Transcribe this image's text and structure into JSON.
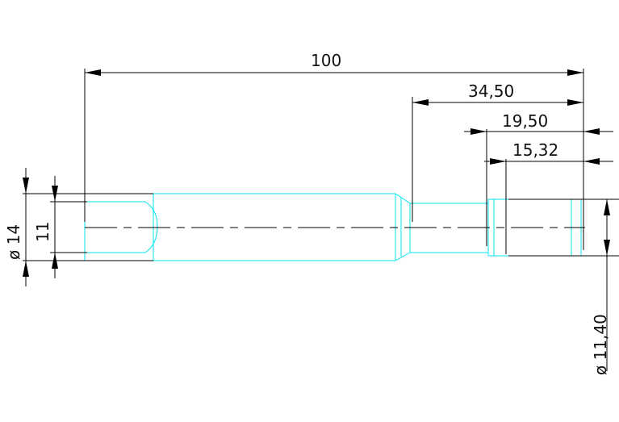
{
  "drawing": {
    "dimensions": {
      "overall_length": "100",
      "right_section": "34,50",
      "inner_section": "19,50",
      "tip_section": "15,32",
      "left_outer_diameter": "ø 14",
      "left_inner_diameter": "11",
      "right_diameter": "ø 11,40"
    },
    "colors": {
      "part_outline": "#00e5ee",
      "dimension_lines": "#000000",
      "background": "#ffffff"
    }
  }
}
